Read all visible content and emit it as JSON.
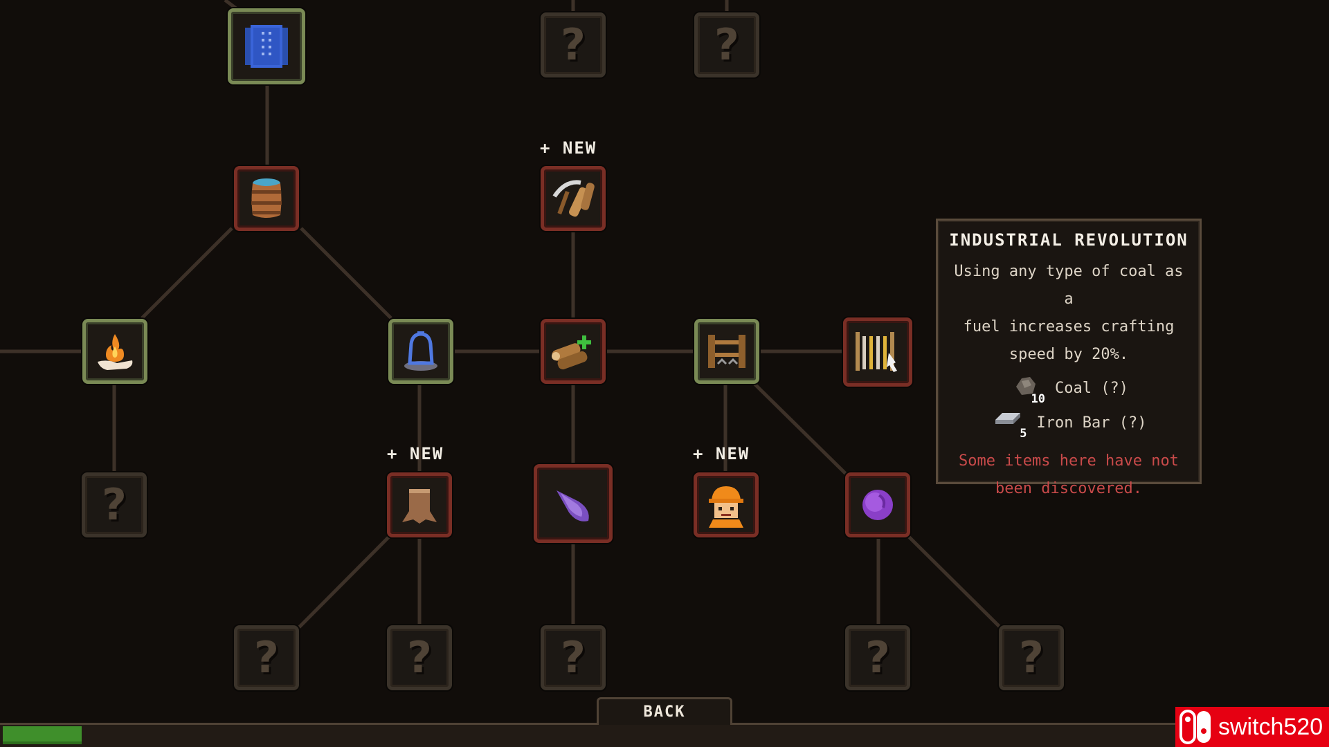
{
  "tooltip": {
    "title": "INDUSTRIAL REVOLUTION",
    "description_lines": [
      "Using any type of coal as a",
      "fuel increases crafting",
      "speed by 20%."
    ],
    "requirements": [
      {
        "icon": "coal-icon",
        "quantity": "10",
        "label": "Coal (?)"
      },
      {
        "icon": "iron-bar-icon",
        "quantity": "5",
        "label": "Iron Bar (?)"
      }
    ],
    "warning_lines": [
      "Some items here have not",
      "been discovered."
    ],
    "warning_color": "#c94a4a"
  },
  "new_badge": "+ NEW",
  "back_label": "BACK",
  "progress": {
    "fraction": 0.067,
    "color": "#3f8f2b"
  },
  "watermark": {
    "text": "switch520",
    "icon": "nintendo-switch-logo-icon"
  },
  "nodes": [
    {
      "id": "blueprint",
      "icon": "blueprint-scroll-icon",
      "state": "unlocked"
    },
    {
      "id": "unknown-top-1",
      "icon": "question-mark-icon",
      "state": "locked",
      "text": "?"
    },
    {
      "id": "unknown-top-2",
      "icon": "question-mark-icon",
      "state": "locked",
      "text": "?"
    },
    {
      "id": "barrel",
      "icon": "water-barrel-icon",
      "state": "available"
    },
    {
      "id": "pickaxe-wood",
      "icon": "pickaxe-logs-icon",
      "state": "available",
      "new": true
    },
    {
      "id": "campfire",
      "icon": "campfire-hand-icon",
      "state": "unlocked"
    },
    {
      "id": "bell",
      "icon": "blue-bell-icon",
      "state": "unlocked"
    },
    {
      "id": "logs-plus",
      "icon": "logs-plus-icon",
      "state": "available"
    },
    {
      "id": "workbench",
      "icon": "workbench-icon",
      "state": "unlocked"
    },
    {
      "id": "industrial-revolution",
      "icon": "forge-bars-icon",
      "state": "available",
      "selected": true
    },
    {
      "id": "unknown-left",
      "icon": "question-mark-icon",
      "state": "locked",
      "text": "?"
    },
    {
      "id": "stump",
      "icon": "tree-stump-icon",
      "state": "available",
      "new": true
    },
    {
      "id": "crystal",
      "icon": "purple-crystal-icon",
      "state": "available"
    },
    {
      "id": "worker",
      "icon": "worker-helmet-icon",
      "state": "available",
      "new": true
    },
    {
      "id": "purple-orb",
      "icon": "purple-orb-icon",
      "state": "available"
    },
    {
      "id": "unknown-bottom-1",
      "icon": "question-mark-icon",
      "state": "locked",
      "text": "?"
    },
    {
      "id": "unknown-bottom-2",
      "icon": "question-mark-icon",
      "state": "locked",
      "text": "?"
    },
    {
      "id": "unknown-bottom-3",
      "icon": "question-mark-icon",
      "state": "locked",
      "text": "?"
    },
    {
      "id": "unknown-bottom-4",
      "icon": "question-mark-icon",
      "state": "locked",
      "text": "?"
    },
    {
      "id": "unknown-bottom-5",
      "icon": "question-mark-icon",
      "state": "locked",
      "text": "?"
    }
  ]
}
